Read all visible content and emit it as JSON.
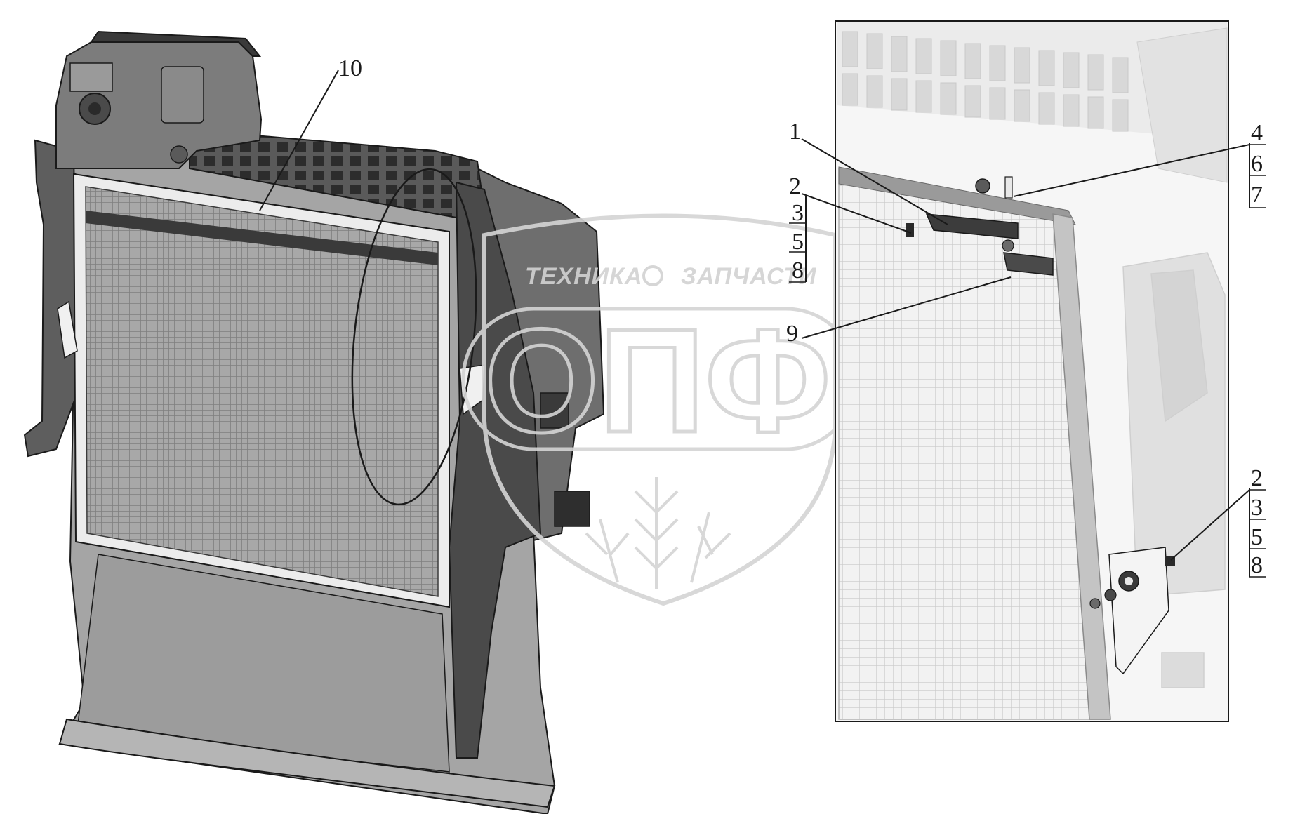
{
  "diagram": {
    "callouts_left": [
      "10"
    ],
    "callouts_detail": [
      "1",
      "2",
      "3",
      "5",
      "8",
      "4",
      "6",
      "7",
      "9"
    ],
    "callouts_detail_bottom": [
      "2",
      "3",
      "5",
      "8"
    ]
  },
  "watermark": {
    "left_text": "ТЕХНИКА",
    "right_text": "ЗАПЧАСТИ",
    "logo_letters": "ОПФ"
  },
  "colors": {
    "outline": "#1a1a1a",
    "frame_dark": "#3c3c3c",
    "frame_mid": "#7a7a7a",
    "mesh": "#9a9a9a",
    "panel": "#c8c8c8",
    "detail_bg": "#f4f4f4",
    "watermark": "#d4d4d4"
  }
}
